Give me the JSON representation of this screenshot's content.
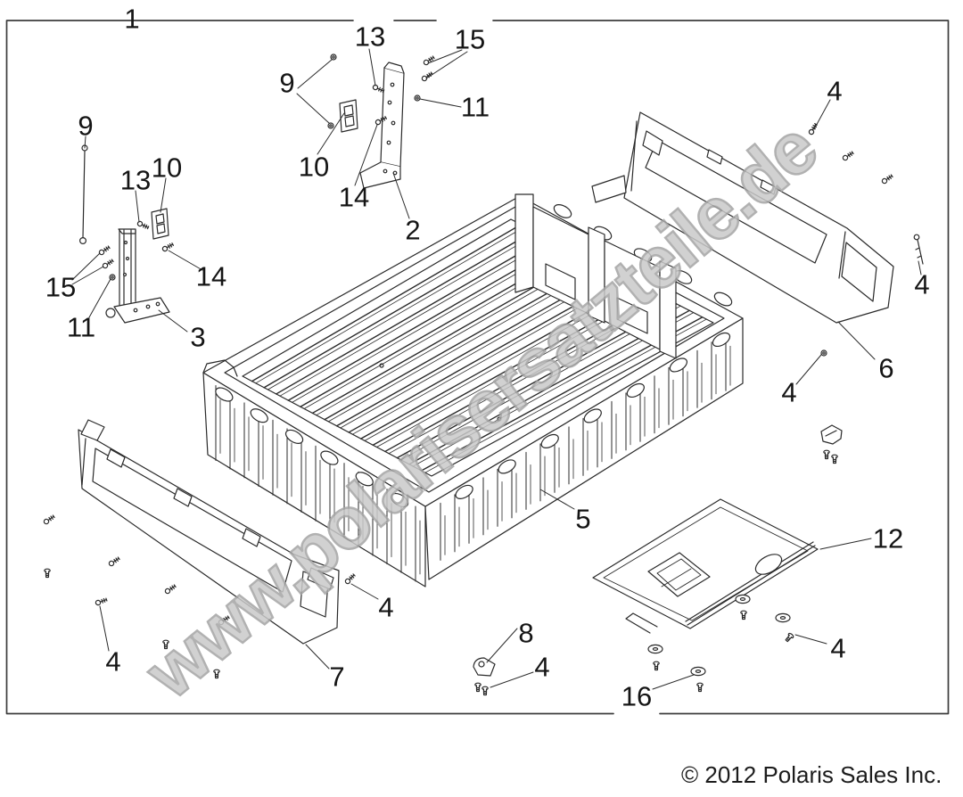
{
  "callouts": [
    {
      "text": "1"
    },
    {
      "text": "13"
    },
    {
      "text": "15"
    },
    {
      "text": "9"
    },
    {
      "text": "11"
    },
    {
      "text": "10"
    },
    {
      "text": "14"
    },
    {
      "text": "2"
    },
    {
      "text": "4"
    },
    {
      "text": "9"
    },
    {
      "text": "13"
    },
    {
      "text": "10"
    },
    {
      "text": "15"
    },
    {
      "text": "11"
    },
    {
      "text": "14"
    },
    {
      "text": "3"
    },
    {
      "text": "4"
    },
    {
      "text": "6"
    },
    {
      "text": "4"
    },
    {
      "text": "5"
    },
    {
      "text": "12"
    },
    {
      "text": "4"
    },
    {
      "text": "4"
    },
    {
      "text": "7"
    },
    {
      "text": "8"
    },
    {
      "text": "4"
    },
    {
      "text": "4"
    },
    {
      "text": "16"
    }
  ],
  "watermark": {
    "text": "www.polarisersatzteile.de"
  },
  "footer": {
    "copyright": "© 2012 Polaris Sales Inc."
  },
  "colors": {
    "line": "#2a2a2a",
    "border": "#3c3c3c",
    "label": "#151515",
    "watermark_fill": "#c9c9c9",
    "watermark_outline": "#a4a4a4",
    "background": "#ffffff"
  }
}
